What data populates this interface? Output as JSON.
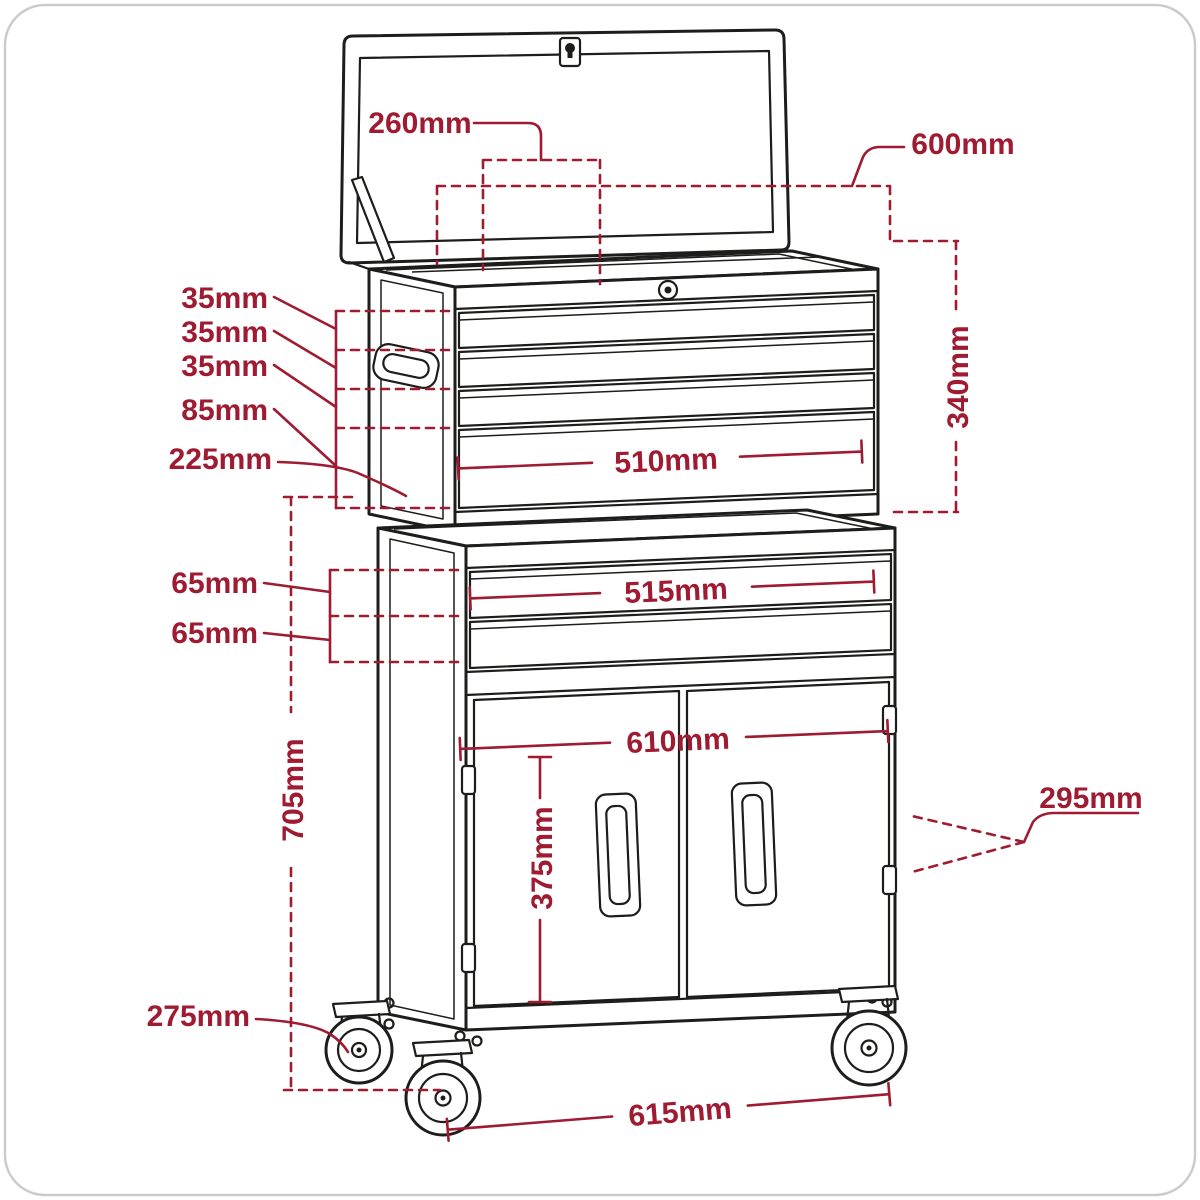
{
  "page": {
    "background": "#ffffff",
    "frame_border": "#cbcbcb"
  },
  "diagram": {
    "ink_color": "#1d1d1b",
    "dimension_color": "#9e1b32",
    "labels": {
      "lid_260": "260mm",
      "top_600": "600mm",
      "chest_drawer1_35": "35mm",
      "chest_drawer2_35": "35mm",
      "chest_drawer3_35": "35mm",
      "chest_drawer4_85": "85mm",
      "chest_225": "225mm",
      "chest_340": "340mm",
      "chest_510": "510mm",
      "cab_515": "515mm",
      "cab_drawer1_65": "65mm",
      "cab_drawer2_65": "65mm",
      "cab_705": "705mm",
      "cupboard_610": "610mm",
      "door_375": "375mm",
      "depth_295": "295mm",
      "base_275": "275mm",
      "base_615": "615mm"
    }
  }
}
